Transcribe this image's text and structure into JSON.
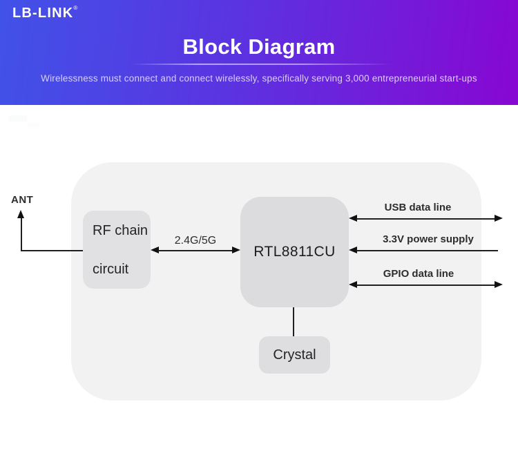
{
  "header": {
    "logo_text": "LB-LINK",
    "logo_reg_mark": "®",
    "title": "Block Diagram",
    "subtitle": "Wirelessness must connect and connect wirelessly, specifically serving 3,000 entrepreneurial start-ups",
    "gradient_start": "#4152e8",
    "gradient_end": "#8807d2"
  },
  "diagram": {
    "ant_label": "ANT",
    "rf_chain": {
      "line1": "RF chain",
      "line2": "circuit"
    },
    "rf_link_label": "2.4G/5G",
    "chip_label": "RTL8811CU",
    "crystal_label": "Crystal",
    "connections": [
      {
        "label": "USB data line",
        "direction": "bidirectional"
      },
      {
        "label": "3.3V power supply",
        "direction": "input"
      },
      {
        "label": "GPIO data line",
        "direction": "bidirectional"
      }
    ],
    "colors": {
      "container_bg": "#f2f2f3",
      "box_bg": "#e0e0e2",
      "line_color": "#1f1f1f",
      "text_color": "#242424"
    }
  }
}
